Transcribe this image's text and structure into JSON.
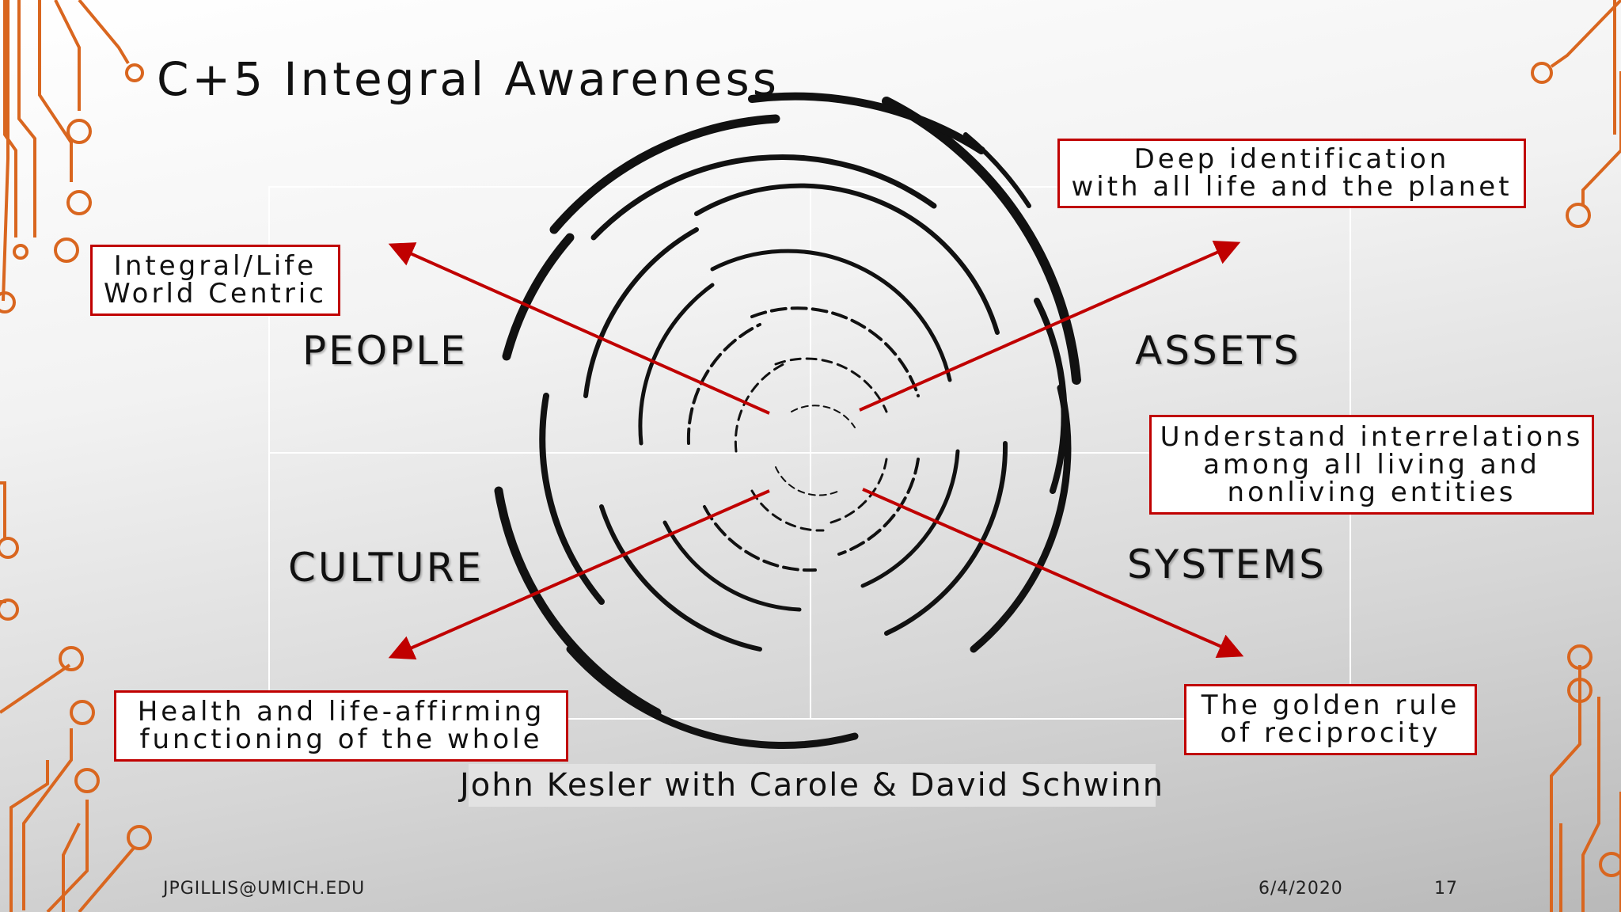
{
  "slide": {
    "title": "C+5 Integral Awareness",
    "quadrants": {
      "people": "PEOPLE",
      "assets": "ASSETS",
      "culture": "CULTURE",
      "systems": "SYSTEMS"
    },
    "callouts": {
      "top_left": [
        "Integral/Life",
        "World Centric"
      ],
      "top_right": [
        "Deep identification",
        "with all life and the planet"
      ],
      "right_middle": [
        "Understand interrelations",
        "among all living and",
        "nonliving entities"
      ],
      "bottom_left": [
        "Health and life-affirming",
        "functioning of the whole"
      ],
      "bottom_right": [
        "The golden rule",
        "of reciprocity"
      ]
    },
    "attribution": "John Kesler with Carole & David Schwinn"
  },
  "footer": {
    "email": "JPGILLIS@UMICH.EDU",
    "date": "6/4/2020",
    "page_number": "17"
  },
  "colors": {
    "accent_red": "#c00000",
    "circuit_orange": "#d9661f",
    "spiral": "#111111"
  }
}
